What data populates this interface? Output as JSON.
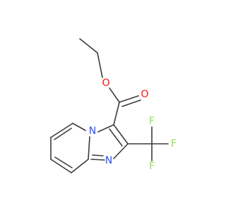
{
  "molecule": {
    "atoms": {
      "o_ether": {
        "symbol": "O",
        "color": "#ff0d0d"
      },
      "o_carbonyl": {
        "symbol": "O",
        "color": "#ff0d0d"
      },
      "n_bridge": {
        "symbol": "N",
        "color": "#3050f8"
      },
      "n_ring": {
        "symbol": "N",
        "color": "#3050f8"
      },
      "f_top": {
        "symbol": "F",
        "color": "#90e050"
      },
      "f_right": {
        "symbol": "F",
        "color": "#90e050"
      },
      "f_bottom": {
        "symbol": "F",
        "color": "#90e050"
      }
    },
    "bond_color": "#3c3c3c"
  }
}
